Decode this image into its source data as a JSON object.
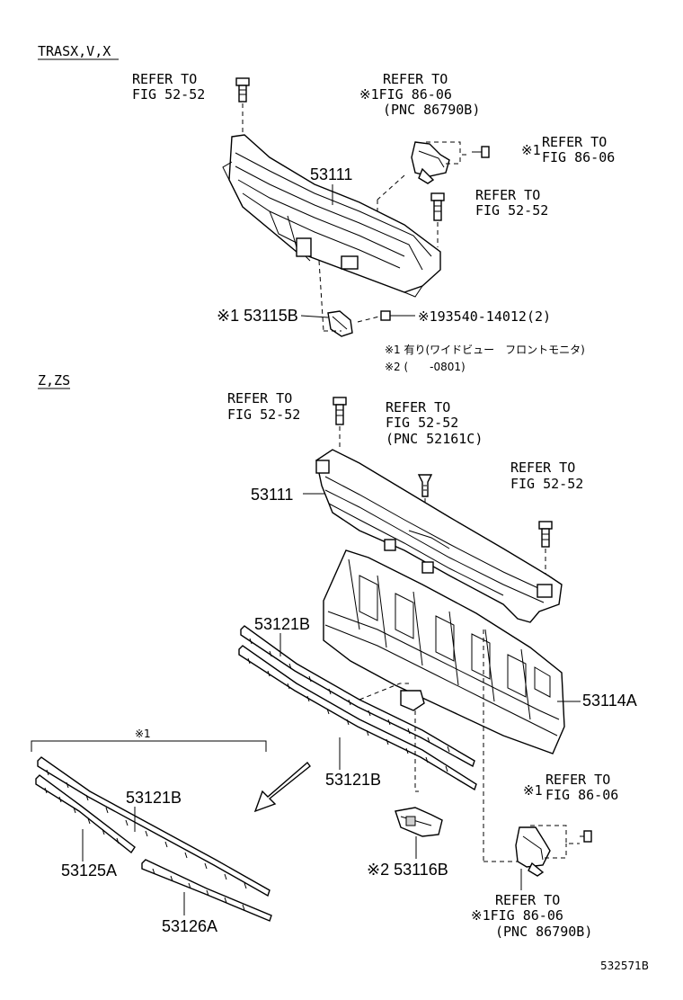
{
  "sections": [
    {
      "id": "top",
      "title": "TRASX,V,X"
    },
    {
      "id": "bottom",
      "title": "Z,ZS"
    }
  ],
  "labels": {
    "top_refer_fig5252_left": [
      "REFER TO",
      "FIG 52-52"
    ],
    "top_refer_fig8606_center": [
      "REFER TO",
      "※1FIG 86-06",
      "(PNC 86790B)"
    ],
    "top_refer_fig8606_right": [
      "※1",
      "REFER TO",
      "FIG 86-06"
    ],
    "top_refer_fig5252_right": [
      "REFER TO",
      "FIG 52-52"
    ],
    "top_53111": "53111",
    "top_53115b": "※1 53115B",
    "top_193540": "※193540-14012(2)",
    "note1": "※1 有り(ワイドビュー　フロントモニタ)",
    "note2": "※2 (　　-0801)",
    "bot_refer_fig5252_left": [
      "REFER TO",
      "FIG 52-52"
    ],
    "bot_refer_fig5252_pnc": [
      "REFER TO",
      "FIG 52-52",
      "(PNC 52161C)"
    ],
    "bot_refer_fig5252_right": [
      "REFER TO",
      "FIG 52-52"
    ],
    "bot_53111": "53111",
    "bot_53121b_top": "53121B",
    "bot_53114a": "53114A",
    "bot_53121b_mid": "53121B",
    "bot_group_mark": "※1",
    "bot_53121b_group": "53121B",
    "bot_53125a": "53125A",
    "bot_53126a": "53126A",
    "bot_53116b": "※2 53116B",
    "bot_refer_fig8606_right": [
      "※1",
      "REFER TO",
      "FIG 86-06"
    ],
    "bot_refer_fig8606_bottom": [
      "REFER TO",
      "※1FIG 86-06",
      "(PNC 86790B)"
    ],
    "figure_code": "532571B"
  }
}
